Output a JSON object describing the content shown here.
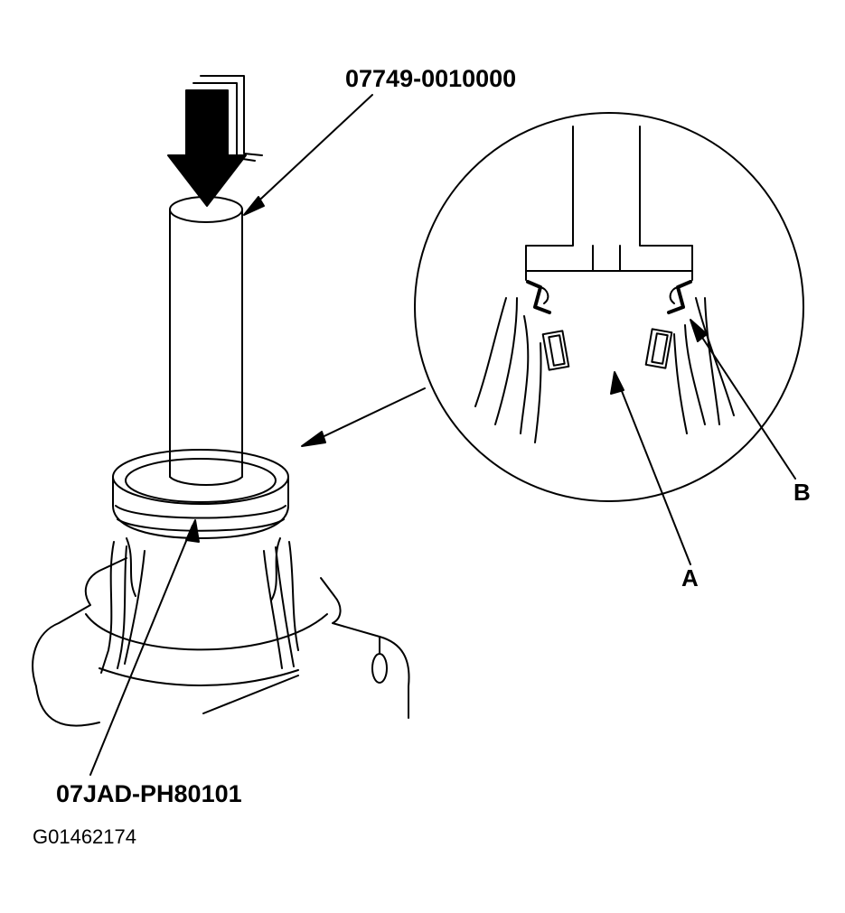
{
  "labels": {
    "tool_top": "07749-0010000",
    "tool_bottom": "07JAD-PH80101",
    "callout_a": "A",
    "callout_b": "B",
    "figure_id": "G01462174"
  },
  "colors": {
    "ink": "#000000",
    "paper": "#ffffff"
  }
}
